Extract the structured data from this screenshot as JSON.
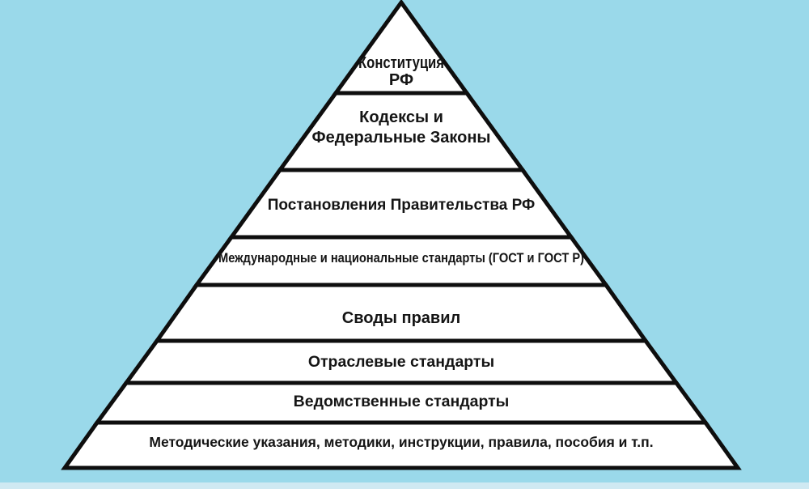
{
  "colors": {
    "background": "#9ad9ea",
    "bottom_strip": "#cfe9f2",
    "band_fill": "#ffffff",
    "band_stroke": "#0e0e0e",
    "text": "#151515"
  },
  "pyramid": {
    "description": "Hierarchy pyramid of Russian normative documents, 8 levels from top to bottom",
    "levels": [
      {
        "id": "constitution",
        "lines": [
          "Конституция",
          "РФ"
        ]
      },
      {
        "id": "codes-federal-laws",
        "lines": [
          "Кодексы и",
          "Федеральные Законы"
        ]
      },
      {
        "id": "government-decrees",
        "lines": [
          "Постановления Правительства РФ"
        ]
      },
      {
        "id": "international-national-standards",
        "lines": [
          "Международные и национальные стандарты (ГОСТ и ГОСТ Р)"
        ]
      },
      {
        "id": "codes-of-practice",
        "lines": [
          "Своды правил"
        ]
      },
      {
        "id": "industry-standards",
        "lines": [
          "Отраслевые стандарты"
        ]
      },
      {
        "id": "departmental-standards",
        "lines": [
          "Ведомственные стандарты"
        ]
      },
      {
        "id": "methodical-guidelines",
        "lines": [
          "Методические указания, методики, инструкции, правила, пособия и т.п."
        ]
      }
    ]
  }
}
